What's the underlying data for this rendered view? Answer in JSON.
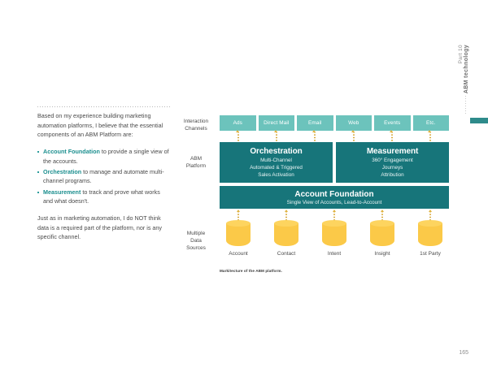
{
  "page": {
    "number": "165",
    "running_head_part": "Part 10",
    "running_head_title": "ABM technology"
  },
  "prose": {
    "intro": "Based on my experience building marketing automation platforms, I believe that the essential components of an ABM Platform are:",
    "bullets": [
      {
        "term": "Account Foundation",
        "rest": " to provide a single view of the accounts."
      },
      {
        "term": "Orchestration",
        "rest": " to manage and automate multi-channel programs."
      },
      {
        "term": "Measurement",
        "rest": " to track and prove what works and what doesn't."
      }
    ],
    "outro": "Just as in marketing automation, I do NOT think data is a required part of the platform, nor is any specific channel."
  },
  "diagram": {
    "caption": "Markitecture of the ABM platform.",
    "row_labels": {
      "channels": "Interaction\nChannels",
      "channels_line1": "Interaction",
      "channels_line2": "Channels",
      "platform_line1": "ABM",
      "platform_line2": "Platform",
      "sources_line1": "Multiple",
      "sources_line2": "Data",
      "sources_line3": "Sources"
    },
    "channels": [
      "Ads",
      "Direct Mail",
      "Email",
      "Web",
      "Events",
      "Etc."
    ],
    "pillars": [
      {
        "title": "Orchestration",
        "lines": [
          "Multi-Channel",
          "Automated & Triggered",
          "Sales Activation"
        ]
      },
      {
        "title": "Measurement",
        "lines": [
          "360° Engagement",
          "Journeys",
          "Attribution"
        ]
      }
    ],
    "foundation": {
      "title": "Account Foundation",
      "subtitle": "Single View of Accounts, Lead-to-Account"
    },
    "sources": [
      "Account",
      "Contact",
      "Intent",
      "Insight",
      "1st Party"
    ],
    "colors": {
      "chip": "#6cc3bc",
      "block": "#17757a",
      "cylinder": "#fbc948",
      "cylinder_top": "#fdd45f",
      "connector": "#e0b23f",
      "accent_text": "#1c8f8f"
    }
  }
}
